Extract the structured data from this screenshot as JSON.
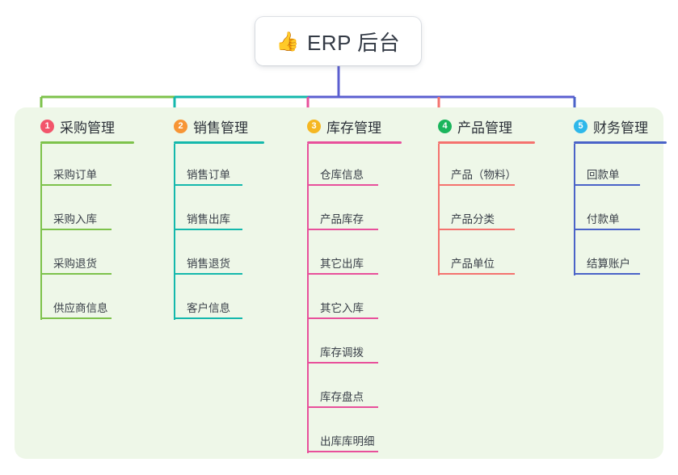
{
  "root": {
    "emoji": "👍",
    "label": "ERP 后台",
    "emoji_name": "thumbs-up-icon"
  },
  "colors": {
    "panel_background": "#eef7e8",
    "page_background": "#ffffff",
    "root_text": "#333a45",
    "bus_left": "#7dc24b",
    "bus_mid": "#14b8ac",
    "bus_right": "#5b5fd0"
  },
  "branches": [
    {
      "number": "1",
      "title": "采购管理",
      "badge_color": "#f2556b",
      "line_color": "#7dc24b",
      "connector_color": "#7dc24b",
      "items": [
        "采购订单",
        "采购入库",
        "采购退货",
        "供应商信息"
      ]
    },
    {
      "number": "2",
      "title": "销售管理",
      "badge_color": "#f79535",
      "line_color": "#14b8ac",
      "connector_color": "#14b8ac",
      "items": [
        "销售订单",
        "销售出库",
        "销售退货",
        "客户信息"
      ]
    },
    {
      "number": "3",
      "title": "库存管理",
      "badge_color": "#f5b722",
      "line_color": "#e8509b",
      "connector_color": "#e8509b",
      "items": [
        "仓库信息",
        "产品库存",
        "其它出库",
        "其它入库",
        "库存调拨",
        "库存盘点",
        "出库库明细"
      ]
    },
    {
      "number": "4",
      "title": "产品管理",
      "badge_color": "#1bb55c",
      "line_color": "#f4726e",
      "connector_color": "#f4726e",
      "items": [
        "产品（物料）",
        "产品分类",
        "产品单位"
      ]
    },
    {
      "number": "5",
      "title": "财务管理",
      "badge_color": "#2eb8ea",
      "line_color": "#4a63c8",
      "connector_color": "#4a63c8",
      "items": [
        "回款单",
        "付款单",
        "结算账户"
      ]
    }
  ]
}
